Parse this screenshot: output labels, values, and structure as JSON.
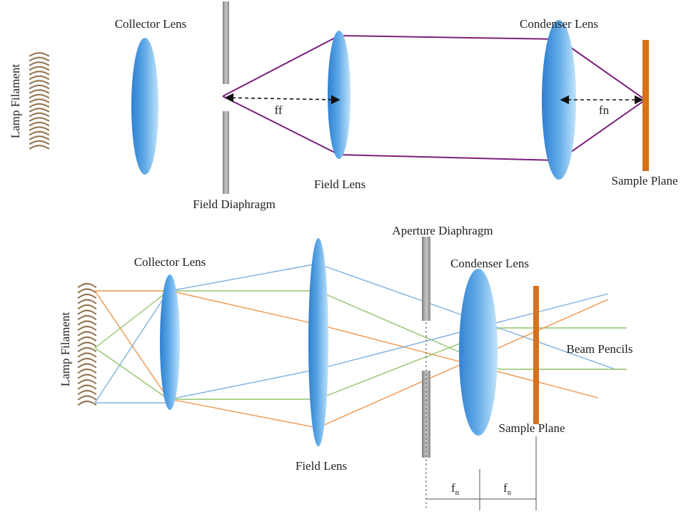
{
  "top": {
    "labels": {
      "lamp": "Lamp Filament",
      "collector": "Collector Lens",
      "field_diaphragm": "Field Diaphragm",
      "field_lens": "Field Lens",
      "ff": "ff",
      "condenser": "Condenser Lens",
      "fn": "fn",
      "sample": "Sample Plane"
    }
  },
  "bottom": {
    "labels": {
      "lamp": "Lamp Filament",
      "collector": "Collector Lens",
      "field_lens": "Field Lens",
      "aperture": "Aperture Diaphragm",
      "condenser": "Condenser Lens",
      "beam": "Beam Pencils",
      "sample": "Sample Plane",
      "fn1_main": "f",
      "fn1_sub": "n",
      "fn2_main": "f",
      "fn2_sub": "n"
    }
  },
  "colors": {
    "lens_dark": "#3d8fd9",
    "lens_light": "#c8e6fb",
    "diaphragm": "#9a9a9a",
    "sample": "#d8701c",
    "ray_top": "#7a1f7a",
    "ray_blue": "#7fb0e0",
    "ray_green": "#93c46a",
    "ray_orange": "#f0954a",
    "filament": "#8a6a4a"
  }
}
